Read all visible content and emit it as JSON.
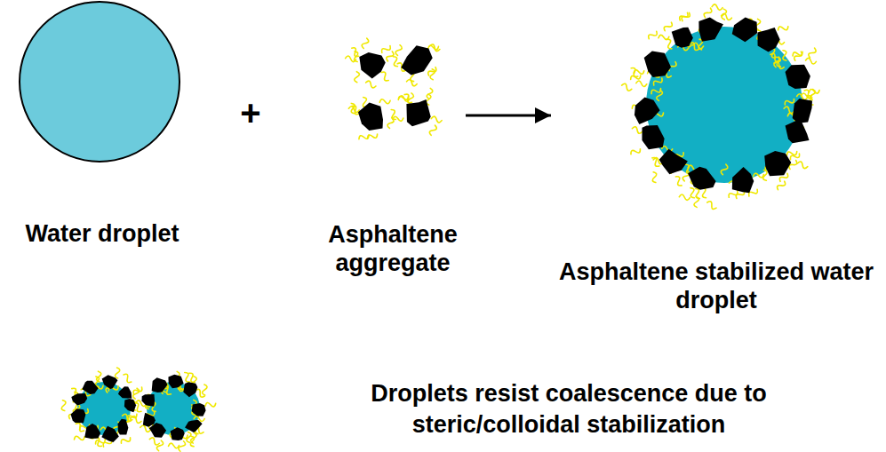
{
  "diagram": {
    "nodes": [
      {
        "text": [
          "Water droplet"
        ]
      },
      {
        "text": [
          "Asphaltene aggregate"
        ]
      },
      {
        "text": [
          "Asphaltene stabilized water droplet"
        ]
      }
    ],
    "edges": [
      {
        "from": 1,
        "to": 2,
        "arrow": "to"
      }
    ],
    "labels": [
      "+",
      "Droplets resist coalescence due to steric/colloidal stabilization"
    ]
  }
}
